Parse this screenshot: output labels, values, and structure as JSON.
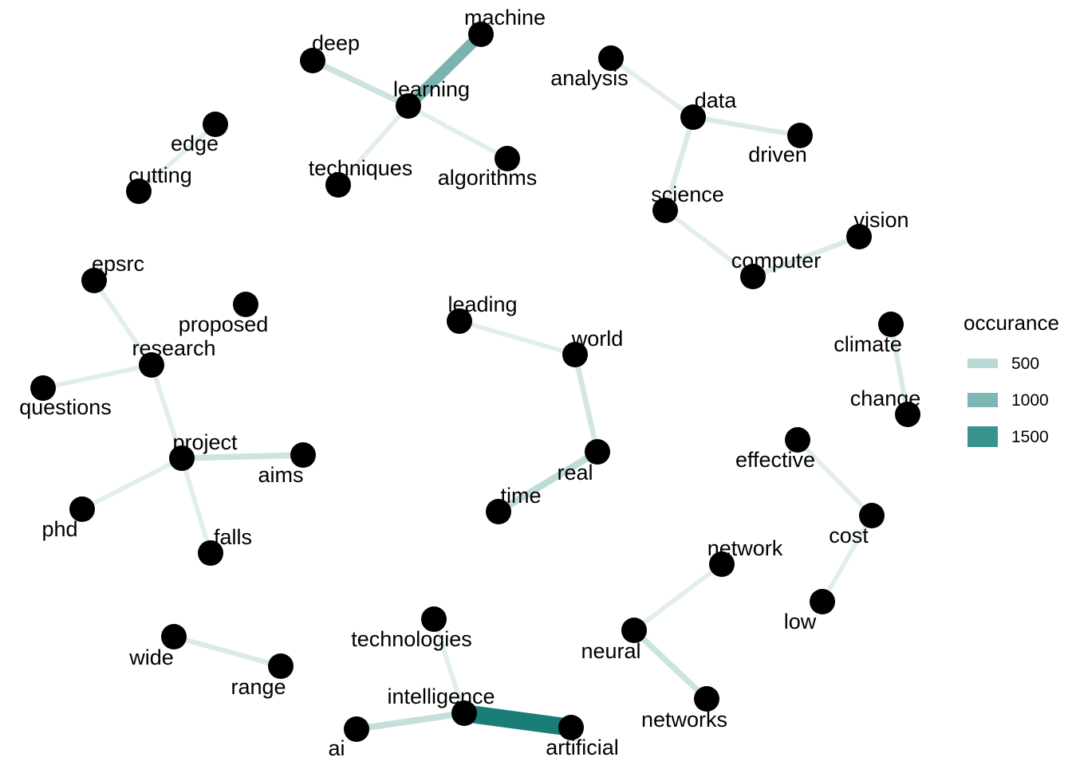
{
  "graph": {
    "nodes": [
      "machine",
      "deep",
      "learning",
      "techniques",
      "algorithms",
      "edge",
      "cutting",
      "analysis",
      "data",
      "driven",
      "science",
      "vision",
      "computer",
      "epsrc",
      "proposed",
      "research",
      "questions",
      "project",
      "aims",
      "phd",
      "falls",
      "leading",
      "world",
      "real",
      "time",
      "climate",
      "change",
      "effective",
      "cost",
      "low",
      "network",
      "neural",
      "networks",
      "technologies",
      "intelligence",
      "ai",
      "artificial",
      "wide",
      "range"
    ],
    "edges": [
      {
        "from": "machine",
        "to": "learning",
        "occurance": 1000
      },
      {
        "from": "deep",
        "to": "learning",
        "occurance": 400
      },
      {
        "from": "learning",
        "to": "techniques",
        "occurance": 250
      },
      {
        "from": "learning",
        "to": "algorithms",
        "occurance": 250
      },
      {
        "from": "edge",
        "to": "cutting",
        "occurance": 250
      },
      {
        "from": "analysis",
        "to": "data",
        "occurance": 250
      },
      {
        "from": "data",
        "to": "driven",
        "occurance": 300
      },
      {
        "from": "data",
        "to": "science",
        "occurance": 300
      },
      {
        "from": "science",
        "to": "computer",
        "occurance": 250
      },
      {
        "from": "computer",
        "to": "vision",
        "occurance": 300
      },
      {
        "from": "epsrc",
        "to": "research",
        "occurance": 250
      },
      {
        "from": "research",
        "to": "questions",
        "occurance": 250
      },
      {
        "from": "research",
        "to": "project",
        "occurance": 250
      },
      {
        "from": "project",
        "to": "aims",
        "occurance": 400
      },
      {
        "from": "project",
        "to": "phd",
        "occurance": 250
      },
      {
        "from": "project",
        "to": "falls",
        "occurance": 250
      },
      {
        "from": "leading",
        "to": "world",
        "occurance": 250
      },
      {
        "from": "world",
        "to": "real",
        "occurance": 350
      },
      {
        "from": "real",
        "to": "time",
        "occurance": 500
      },
      {
        "from": "climate",
        "to": "change",
        "occurance": 300
      },
      {
        "from": "effective",
        "to": "cost",
        "occurance": 250
      },
      {
        "from": "cost",
        "to": "low",
        "occurance": 250
      },
      {
        "from": "network",
        "to": "neural",
        "occurance": 250
      },
      {
        "from": "neural",
        "to": "networks",
        "occurance": 400
      },
      {
        "from": "technologies",
        "to": "intelligence",
        "occurance": 250
      },
      {
        "from": "intelligence",
        "to": "ai",
        "occurance": 450
      },
      {
        "from": "intelligence",
        "to": "artificial",
        "occurance": 1700
      },
      {
        "from": "wide",
        "to": "range",
        "occurance": 300
      }
    ]
  },
  "legend": {
    "title": "occurance",
    "items": [
      {
        "label": "500",
        "value": 500
      },
      {
        "label": "1000",
        "value": 1000
      },
      {
        "label": "1500",
        "value": 1500
      }
    ]
  },
  "colors": {
    "edge_low": "#e8f2f1",
    "edge_high": "#127a74",
    "node": "#000000"
  }
}
